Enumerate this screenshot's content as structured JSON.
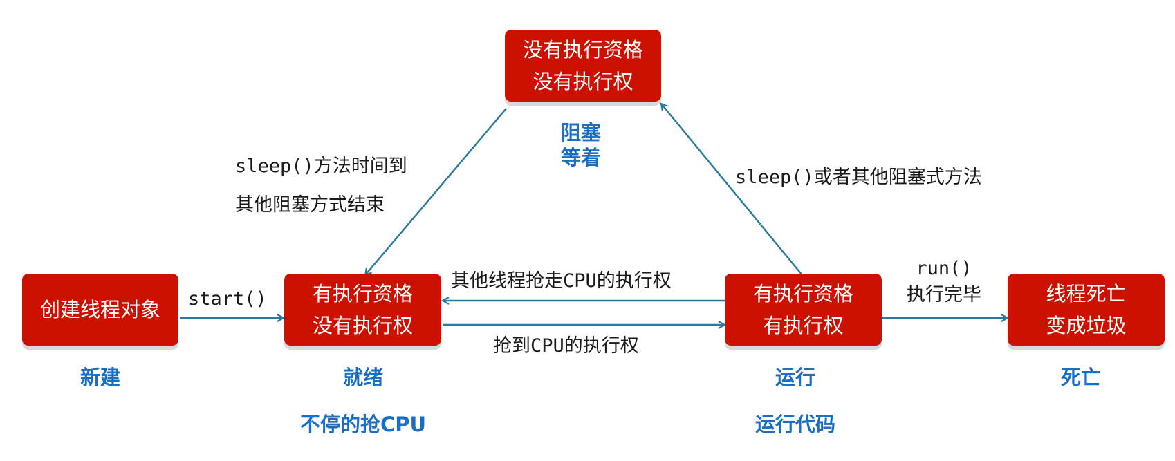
{
  "boxes": {
    "new": {
      "line1": "创建线程对象",
      "line2": ""
    },
    "ready": {
      "line1": "有执行资格",
      "line2": "没有执行权"
    },
    "blocked": {
      "line1": "没有执行资格",
      "line2": "没有执行权"
    },
    "running": {
      "line1": "有执行资格",
      "line2": "有执行权"
    },
    "dead": {
      "line1": "线程死亡",
      "line2": "变成垃圾"
    }
  },
  "states": {
    "new": "新建",
    "ready": "就绪",
    "ready_desc": "不停的抢CPU",
    "blocked": "阻塞",
    "blocked_desc": "等着",
    "running": "运行",
    "running_desc": "运行代码",
    "dead": "死亡"
  },
  "transitions": {
    "start": "start()",
    "sleep_end_1": "sleep()方法时间到",
    "sleep_end_2": "其他阻塞方式结束",
    "sleep_block": "sleep()或者其他阻塞式方法",
    "cpu_taken": "其他线程抢走CPU的执行权",
    "cpu_got": "抢到CPU的执行权",
    "run_1": "run()",
    "run_2": "执行完毕"
  },
  "colors": {
    "box": "#cc1100",
    "arrow": "#2a7a9c",
    "state_text": "#1b6fc2"
  }
}
